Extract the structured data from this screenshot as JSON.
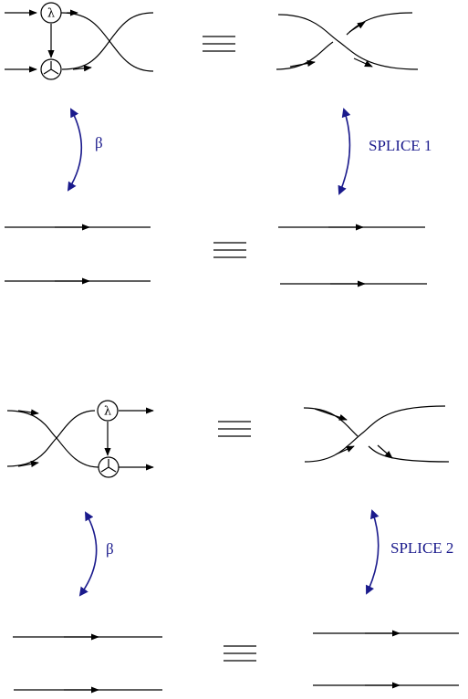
{
  "node_symbol": "λ",
  "relations": {
    "top_left": "β",
    "top_right": "SPLICE 1",
    "bottom_left": "β",
    "bottom_right": "SPLICE 2"
  },
  "colors": {
    "lines": "#000000",
    "annotation": "#1a1a8c"
  }
}
